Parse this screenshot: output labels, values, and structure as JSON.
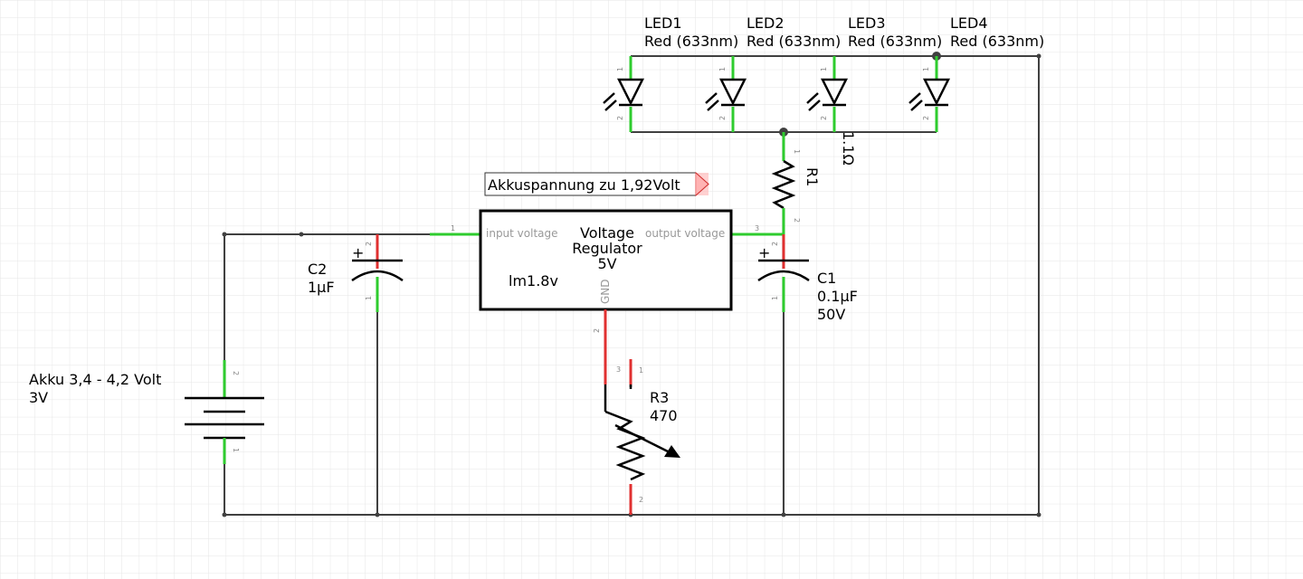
{
  "leds": [
    {
      "name": "LED1",
      "value": "Red (633nm)"
    },
    {
      "name": "LED2",
      "value": "Red (633nm)"
    },
    {
      "name": "LED3",
      "value": "Red (633nm)"
    },
    {
      "name": "LED4",
      "value": "Red (633nm)"
    }
  ],
  "r1": {
    "name": "R1",
    "value": "1.1Ω"
  },
  "r3": {
    "name": "R3",
    "value": "470"
  },
  "c1": {
    "name": "C1",
    "value": "0.1µF",
    "voltage": "50V"
  },
  "c2": {
    "name": "C2",
    "value": "1µF"
  },
  "battery": {
    "name": "Akku 3,4 - 4,2 Volt",
    "value": "3V"
  },
  "regulator": {
    "title_line1": "Voltage",
    "title_line2": "Regulator",
    "title_line3": "5V",
    "part": "lm1.8v",
    "pin_input": "input voltage",
    "pin_output": "output voltage",
    "pin_gnd": "GND"
  },
  "net_label": "Akkuspannung zu 1,92Volt",
  "pins": {
    "one": "1",
    "two": "2",
    "three": "3"
  },
  "colors": {
    "wire": "#404040",
    "connected_pin": "#2ecc2e",
    "open_pin": "#e03030",
    "grid": "#e6e6e6"
  }
}
